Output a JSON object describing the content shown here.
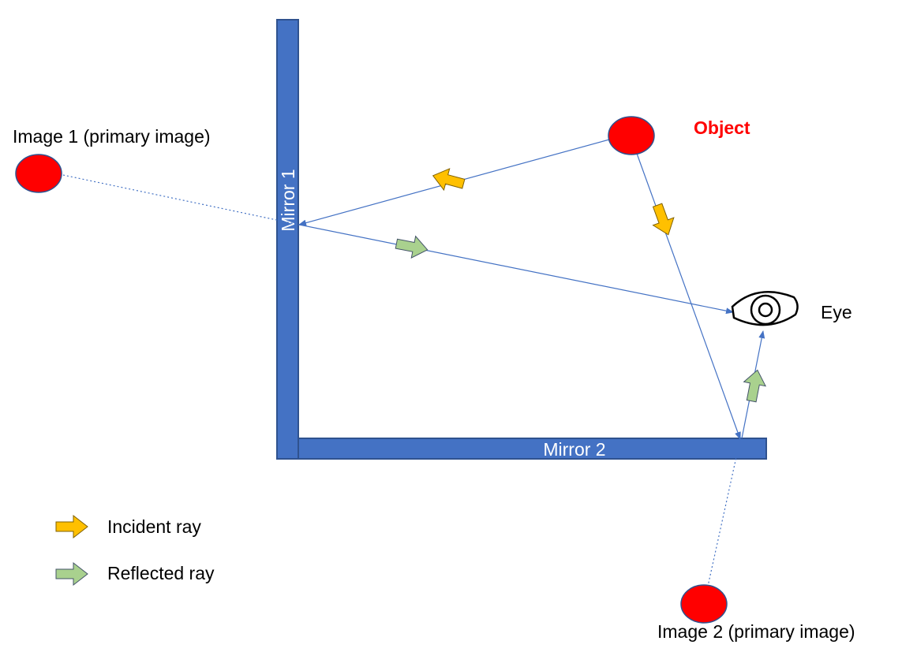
{
  "labels": {
    "image1": "Image 1 (primary image)",
    "image2": "Image 2 (primary image)",
    "object": "Object",
    "eye": "Eye",
    "mirror1": "Mirror 1",
    "mirror2": "Mirror 2"
  },
  "legend": {
    "incident": "Incident ray",
    "reflected": "Reflected ray"
  },
  "colors": {
    "mirror_fill": "#4472C4",
    "mirror_stroke": "#2F528F",
    "ray": "#4472C4",
    "object_fill": "#FF0000",
    "object_label": "#FF0000",
    "incident_arrow": "#FFC000",
    "incident_arrow_stroke": "#7F6000",
    "reflected_arrow": "#A9D18E",
    "reflected_arrow_stroke": "#44546A"
  }
}
